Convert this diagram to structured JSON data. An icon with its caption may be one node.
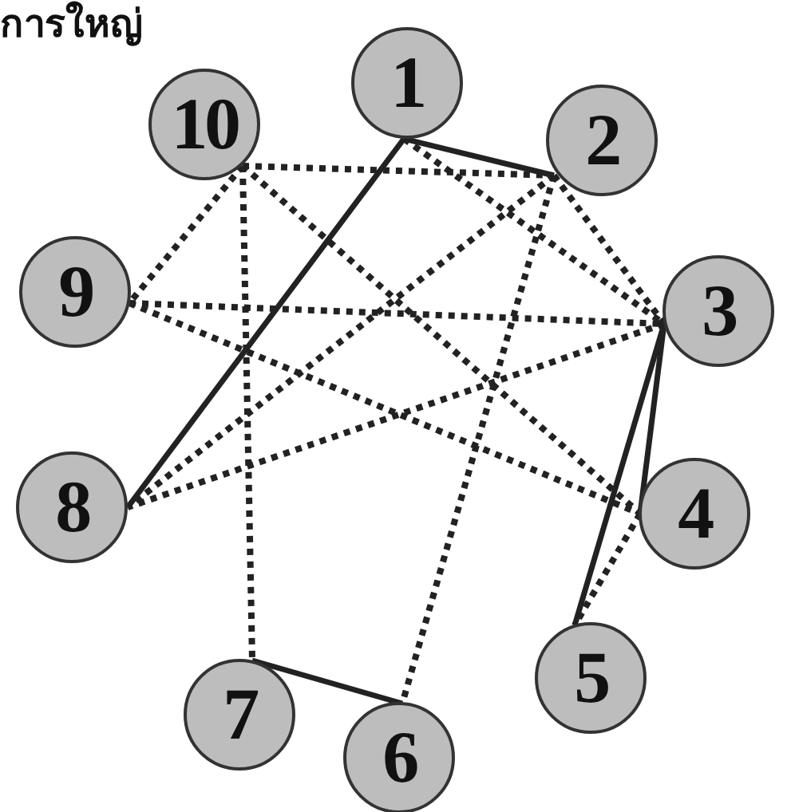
{
  "diagram": {
    "title": "การใหญ่",
    "nodes": [
      {
        "text": [
          "1"
        ]
      },
      {
        "text": [
          "2"
        ]
      },
      {
        "text": [
          "3"
        ]
      },
      {
        "text": [
          "4"
        ]
      },
      {
        "text": [
          "5"
        ]
      },
      {
        "text": [
          "6"
        ]
      },
      {
        "text": [
          "7"
        ]
      },
      {
        "text": [
          "8"
        ]
      },
      {
        "text": [
          "9"
        ]
      },
      {
        "text": [
          "10"
        ]
      }
    ],
    "edges": [
      {
        "from": 0,
        "to": 1,
        "arrow": "none"
      },
      {
        "from": 0,
        "to": 7,
        "arrow": "none"
      },
      {
        "from": 2,
        "to": 3,
        "arrow": "none"
      },
      {
        "from": 2,
        "to": 4,
        "arrow": "none"
      },
      {
        "from": 6,
        "to": 5,
        "arrow": "none"
      },
      {
        "from": 9,
        "to": 1,
        "arrow": "none",
        "style": "dashed"
      },
      {
        "from": 9,
        "to": 8,
        "arrow": "none",
        "style": "dashed"
      },
      {
        "from": 9,
        "to": 6,
        "arrow": "none",
        "style": "dashed"
      },
      {
        "from": 9,
        "to": 3,
        "arrow": "none",
        "style": "dashed"
      },
      {
        "from": 0,
        "to": 2,
        "arrow": "none",
        "style": "dashed"
      },
      {
        "from": 1,
        "to": 2,
        "arrow": "none",
        "style": "dashed"
      },
      {
        "from": 1,
        "to": 7,
        "arrow": "none",
        "style": "dashed"
      },
      {
        "from": 1,
        "to": 5,
        "arrow": "none",
        "style": "dashed"
      },
      {
        "from": 8,
        "to": 2,
        "arrow": "none",
        "style": "dashed"
      },
      {
        "from": 8,
        "to": 3,
        "arrow": "none",
        "style": "dashed"
      },
      {
        "from": 2,
        "to": 7,
        "arrow": "none",
        "style": "dashed"
      },
      {
        "from": 3,
        "to": 4,
        "arrow": "none",
        "style": "dashed"
      }
    ]
  }
}
